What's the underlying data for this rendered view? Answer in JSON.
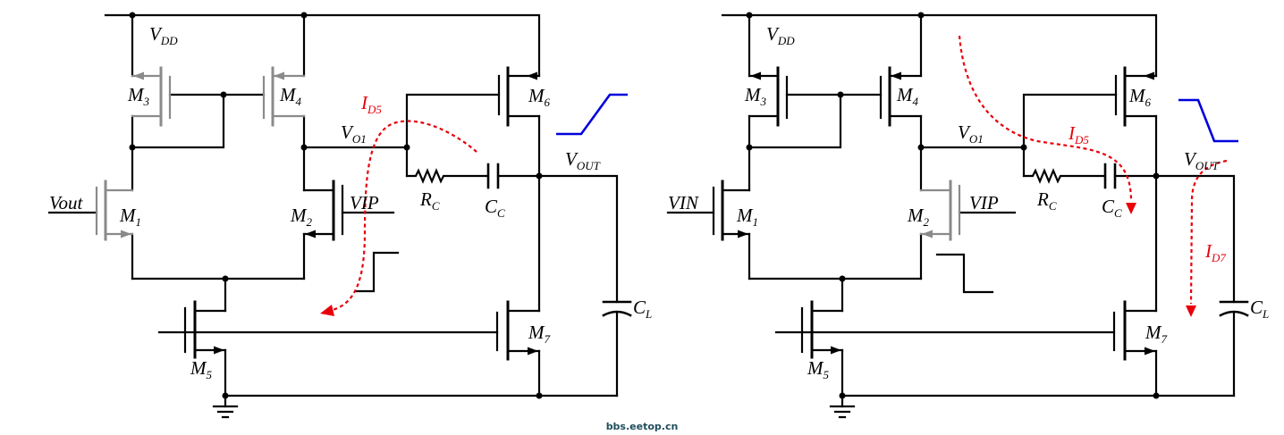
{
  "watermark": "bbs.eetop.cn",
  "colors": {
    "wire": "#000000",
    "inactive_device": "#8a8a8a",
    "current_path": "#e8000b",
    "waveform": "#0000dd",
    "watermark": "#1e4d5c"
  },
  "left": {
    "vdd": {
      "main": "V",
      "sub": "DD"
    },
    "m1": {
      "main": "M",
      "sub": "1"
    },
    "m2": {
      "main": "M",
      "sub": "2"
    },
    "m3": {
      "main": "M",
      "sub": "3"
    },
    "m4": {
      "main": "M",
      "sub": "4"
    },
    "m5": {
      "main": "M",
      "sub": "5"
    },
    "m6": {
      "main": "M",
      "sub": "6"
    },
    "m7": {
      "main": "M",
      "sub": "7"
    },
    "input_m1": "Vout",
    "input_m2": "VIP",
    "id5": {
      "main": "I",
      "sub": "D5"
    },
    "vo1": {
      "main": "V",
      "sub": "O1"
    },
    "rc": {
      "main": "R",
      "sub": "C"
    },
    "cc": {
      "main": "C",
      "sub": "C"
    },
    "vout": {
      "main": "V",
      "sub": "OUT"
    },
    "cl": {
      "main": "C",
      "sub": "L"
    }
  },
  "right": {
    "vdd": {
      "main": "V",
      "sub": "DD"
    },
    "m1": {
      "main": "M",
      "sub": "1"
    },
    "m2": {
      "main": "M",
      "sub": "2"
    },
    "m3": {
      "main": "M",
      "sub": "3"
    },
    "m4": {
      "main": "M",
      "sub": "4"
    },
    "m5": {
      "main": "M",
      "sub": "5"
    },
    "m6": {
      "main": "M",
      "sub": "6"
    },
    "m7": {
      "main": "M",
      "sub": "7"
    },
    "input_m1": "VIN",
    "input_m2": "VIP",
    "id5": {
      "main": "I",
      "sub": "D5"
    },
    "id7": {
      "main": "I",
      "sub": "D7"
    },
    "vo1": {
      "main": "V",
      "sub": "O1"
    },
    "rc": {
      "main": "R",
      "sub": "C"
    },
    "cc": {
      "main": "C",
      "sub": "C"
    },
    "vout": {
      "main": "V",
      "sub": "OUT"
    },
    "cl": {
      "main": "C",
      "sub": "L"
    }
  }
}
